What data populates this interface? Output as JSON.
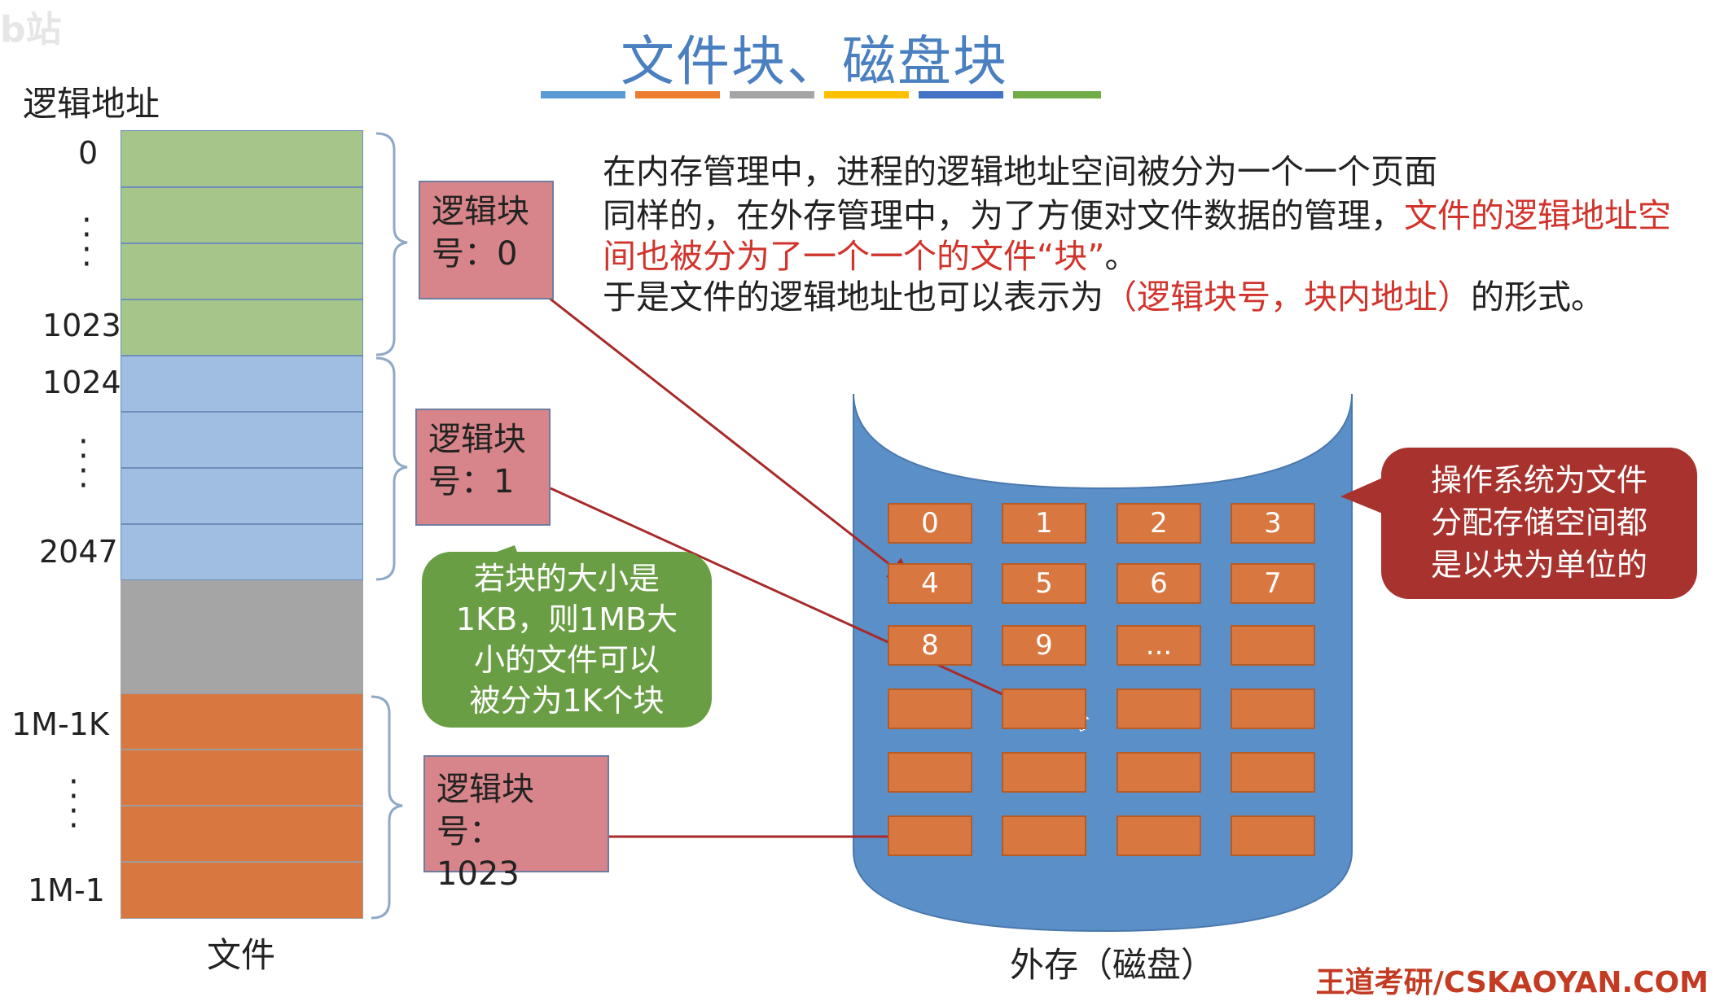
{
  "watermark": "b站",
  "title": "文件块、磁盘块",
  "colors": {
    "title": "#4a7fc0",
    "bars": [
      "#5b9bd5",
      "#ed7d31",
      "#a5a5a5",
      "#ffc000",
      "#4472c4",
      "#70ad47"
    ],
    "green_cell": "#a6c58a",
    "blue_cell": "#9fbee2",
    "gray_cell": "#a5a5a5",
    "orange_cell": "#d97740",
    "disk": "#5b8fc7",
    "arrow": "#a82a2a"
  },
  "logical_address_label": "逻辑地址",
  "address_labels": {
    "a0": "0",
    "a1023": "1023",
    "a1024": "1024",
    "a2047": "2047",
    "a1m1k": "1M-1K",
    "a1m1": "1M-1"
  },
  "file_label": "文件",
  "paragraph": {
    "line1": "在内存管理中，进程的逻辑地址空间被分为一个一个页面",
    "line2_normal": "同样的，在外存管理中，为了方便对文件数据的管理，",
    "line2_red": "文件的逻辑地址空间也被分为了一个一个的文件“块”",
    "line2_end": "。",
    "line3_normal": "于是文件的逻辑地址也可以表示为",
    "line3_red": "（逻辑块号，块内地址）",
    "line3_end": "的形式。"
  },
  "tags": {
    "block0": "逻辑块号：0",
    "block1": "逻辑块号：1",
    "block1023_a": "逻辑块号：",
    "block1023_b": "1023"
  },
  "green_bubble": {
    "line1": "若块的大小是",
    "line2": "1KB，则1MB大",
    "line3": "小的文件可以",
    "line4": "被分为1K个块"
  },
  "red_bubble": {
    "line1": "操作系统为文件",
    "line2": "分配存储空间都",
    "line3": "是以块为单位的"
  },
  "disk_blocks": [
    "0",
    "1",
    "2",
    "3",
    "4",
    "5",
    "6",
    "7",
    "8",
    "9",
    "...",
    "",
    "",
    "",
    "",
    "",
    "",
    "",
    "",
    "",
    "",
    "",
    "",
    ""
  ],
  "disk_label": "外存（磁盘）",
  "footer": "王道考研/CSKAOYAN.COM"
}
